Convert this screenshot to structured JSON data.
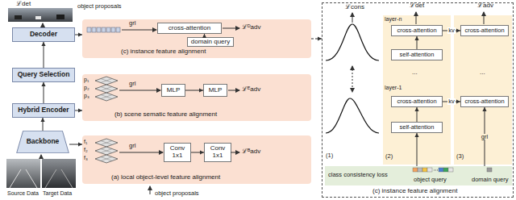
{
  "diagram": {
    "nodes": [
      {
        "text": [
          "Decoder"
        ]
      },
      {
        "text": [
          "Query Selection"
        ]
      },
      {
        "text": [
          "Hybrid Encoder"
        ]
      },
      {
        "text": [
          "Backbone"
        ]
      },
      {
        "text": [
          "(c) instance feature alignment"
        ]
      },
      {
        "text": [
          "cross-attention"
        ],
        "in": 4
      },
      {
        "text": [
          "domain query"
        ],
        "in": 4
      },
      {
        "text": [
          "(b) scene sematic feature alignment"
        ]
      },
      {
        "text": [
          "MLP"
        ],
        "in": 7
      },
      {
        "text": [
          "MLP"
        ],
        "in": 7
      },
      {
        "text": [
          "(a) local object-level feature alignment"
        ]
      },
      {
        "text": [
          "Conv 1x1"
        ],
        "in": 10
      },
      {
        "text": [
          "Conv 1x1"
        ],
        "in": 10
      },
      {
        "text": [
          "(c) instance feature alignment"
        ]
      },
      {
        "text": [
          "(2)"
        ],
        "in": 13
      },
      {
        "text": [
          "cross-attention"
        ],
        "in": 14
      },
      {
        "text": [
          "self-attention"
        ],
        "in": 14
      },
      {
        "text": [
          "cross-attention"
        ],
        "in": 14
      },
      {
        "text": [
          "self-attention"
        ],
        "in": 14
      },
      {
        "text": [
          "(3)"
        ],
        "in": 13
      },
      {
        "text": [
          "cross-attention"
        ],
        "in": 19
      },
      {
        "text": [
          "cross-attention"
        ],
        "in": 19
      },
      {
        "text": [
          "class consistency loss",
          "object query",
          "domain query"
        ],
        "in": 13
      }
    ],
    "edges": [
      {
        "from": 3,
        "to": 2,
        "arrow": "to"
      },
      {
        "from": 2,
        "to": 1,
        "arrow": "to"
      },
      {
        "from": 1,
        "to": 0,
        "arrow": "to"
      },
      {
        "from": 0,
        "to": 4,
        "arrow": "to"
      },
      {
        "from": 2,
        "to": 7,
        "arrow": "to"
      },
      {
        "from": 3,
        "to": 10,
        "arrow": "to"
      },
      {
        "from": 6,
        "to": 5,
        "arrow": "to"
      },
      {
        "from": 8,
        "to": 9,
        "arrow": "to"
      },
      {
        "from": 11,
        "to": 12,
        "arrow": "to"
      },
      {
        "from": 4,
        "to": 13,
        "arrow": "to"
      },
      {
        "from": 16,
        "to": 15,
        "arrow": "to"
      },
      {
        "from": 18,
        "to": 17,
        "arrow": "to"
      },
      {
        "from": 15,
        "to": 20,
        "label": "kv",
        "arrow": "to"
      },
      {
        "from": 17,
        "to": 21,
        "label": "kv",
        "arrow": "to"
      },
      {
        "from": 22,
        "to": 18,
        "arrow": "to"
      },
      {
        "from": 22,
        "to": 21,
        "label": "grl",
        "arrow": "to"
      }
    ],
    "labels": [
      "ℒdet",
      "object proposals",
      "Source Data",
      "Target Data",
      "grl",
      "ℒᴰadv",
      "p₁",
      "p₂",
      "p₃",
      "grl",
      "ℒᴱadv",
      "f₁",
      "f₂",
      "f₃",
      "grl",
      "ℒᴮadv",
      "object proposals",
      "ℒcons",
      "(1)",
      "ℒdet",
      "layer-n",
      "...",
      "layer-1",
      "ℒadv",
      "..."
    ]
  }
}
